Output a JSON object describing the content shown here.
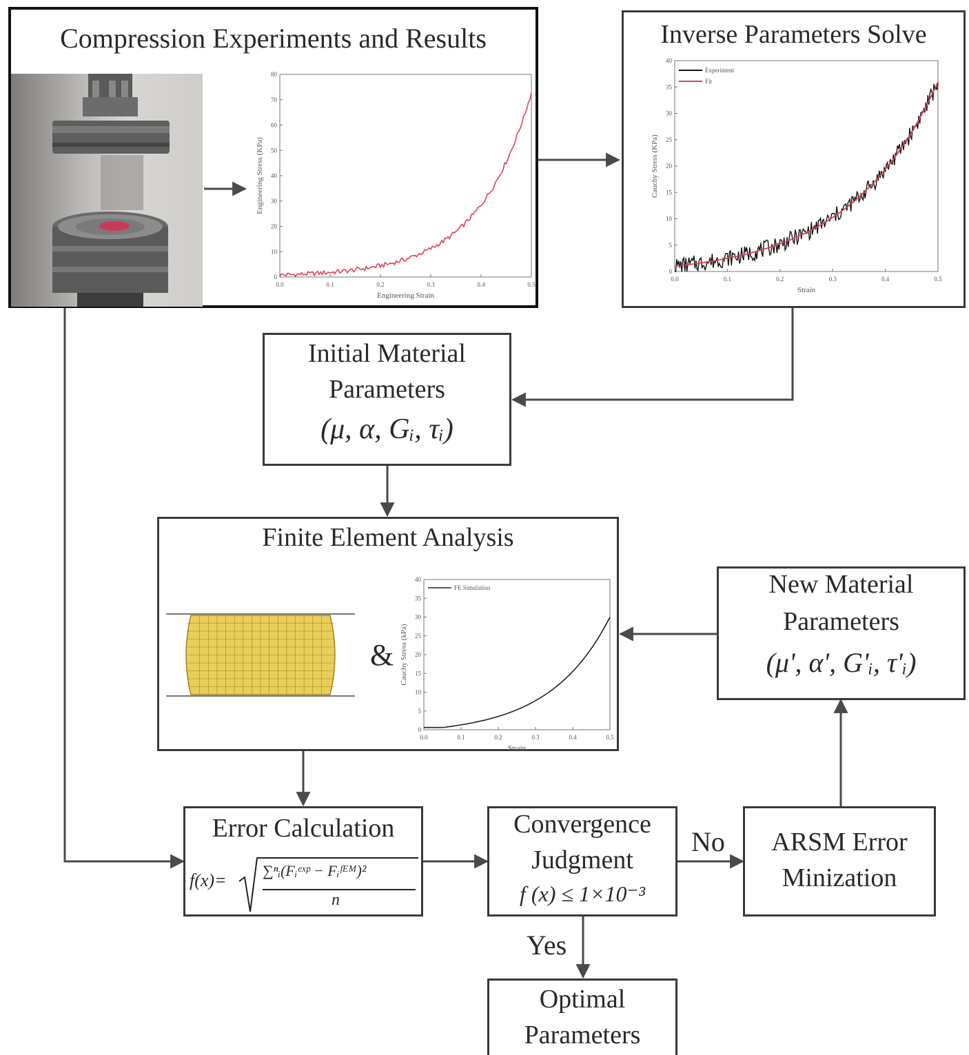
{
  "boxes": {
    "compression": {
      "title": "Compression Experiments and Results"
    },
    "inverse": {
      "title": "Inverse Parameters Solve"
    },
    "initial": {
      "line1": "Initial Material",
      "line2": "Parameters",
      "formula": "(μ,  α,  Gᵢ,  τᵢ)"
    },
    "fea": {
      "title": "Finite Element Analysis",
      "ampersand": "&"
    },
    "new_params": {
      "line1": "New Material",
      "line2": "Parameters",
      "formula": "(μ',  α',  G'ᵢ,  τ'ᵢ)"
    },
    "error": {
      "title": "Error Calculation",
      "formula_lhs": "f(x)=",
      "formula_sum": "∑ⁿᵢ(Fᵢᵉˣᵖ − Fᵢᶠᴱᴹ)²",
      "formula_den": "n"
    },
    "convergence": {
      "line1": "Convergence",
      "line2": "Judgment",
      "formula": "f (x) ≤ 1×10⁻³"
    },
    "arsm": {
      "line1": "ARSM Error",
      "line2": "Minization"
    },
    "optimal": {
      "line1": "Optimal",
      "line2": "Parameters"
    }
  },
  "edge_labels": {
    "no": "No",
    "yes": "Yes"
  },
  "charts": {
    "engineering": {
      "xlabel": "Engineering Strain",
      "ylabel": "Engineering Stress (KPa)",
      "xticks": [
        "0.0",
        "0.1",
        "0.2",
        "0.3",
        "0.4",
        "0.5"
      ],
      "yticks": [
        "0",
        "10",
        "20",
        "30",
        "40",
        "50",
        "60",
        "70",
        "80"
      ],
      "xlim": [
        0,
        0.5
      ],
      "ylim": [
        0,
        80
      ],
      "color": "#e0405a"
    },
    "cauchy": {
      "xlabel": "Strain",
      "ylabel": "Cauchy Stress (KPa)",
      "xticks": [
        "0.0",
        "0.1",
        "0.2",
        "0.3",
        "0.4",
        "0.5"
      ],
      "yticks": [
        "0",
        "5",
        "10",
        "15",
        "20",
        "25",
        "30",
        "35",
        "40"
      ],
      "xlim": [
        0,
        0.5
      ],
      "ylim": [
        0,
        40
      ],
      "legend": [
        "Experiment",
        "Fit"
      ],
      "colors": [
        "#111111",
        "#e0405a"
      ]
    },
    "fe": {
      "xlabel": "Strain",
      "ylabel": "Cauchy Stress (kPa)",
      "xticks": [
        "0.0",
        "0.1",
        "0.2",
        "0.3",
        "0.4",
        "0.5"
      ],
      "yticks": [
        "0",
        "5",
        "10",
        "15",
        "20",
        "25",
        "30",
        "35",
        "40"
      ],
      "xlim": [
        0,
        0.5
      ],
      "ylim": [
        0,
        40
      ],
      "legend": [
        "FE Simulation"
      ],
      "color": "#222222"
    }
  },
  "colors": {
    "arrow": "#4a4a4a",
    "mesh_fill": "#e8cf5a",
    "mesh_line": "#9c8520"
  }
}
